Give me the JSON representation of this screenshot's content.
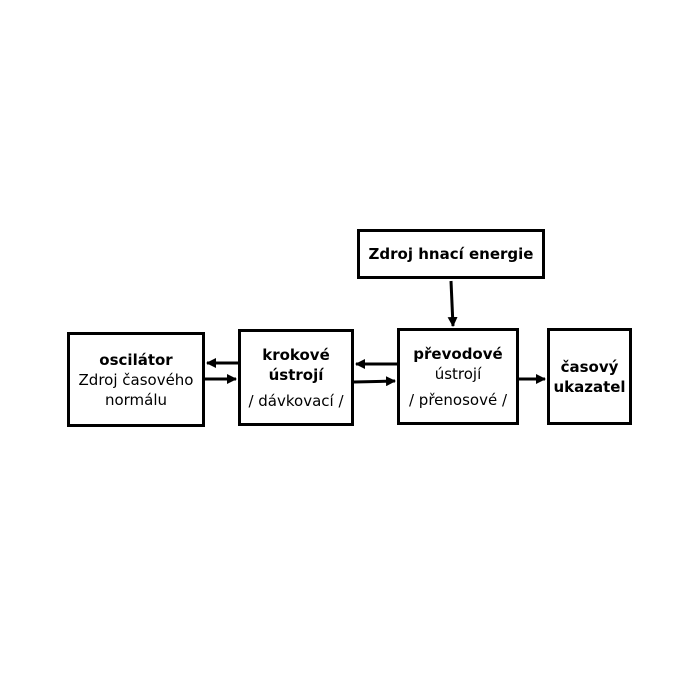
{
  "diagram": {
    "energy_source": {
      "lines": [
        "Zdroj hnací energie"
      ]
    },
    "oscillator": {
      "lines": [
        "oscilátor",
        "Zdroj časového",
        "normálu"
      ]
    },
    "step_device": {
      "lines": [
        "krokové",
        "ústrojí",
        "/ dávkovací /"
      ]
    },
    "gear_device": {
      "lines": [
        "převodové",
        "ústrojí",
        "/ přenosové /"
      ]
    },
    "time_indicator": {
      "lines": [
        "časový",
        "ukazatel"
      ]
    }
  }
}
